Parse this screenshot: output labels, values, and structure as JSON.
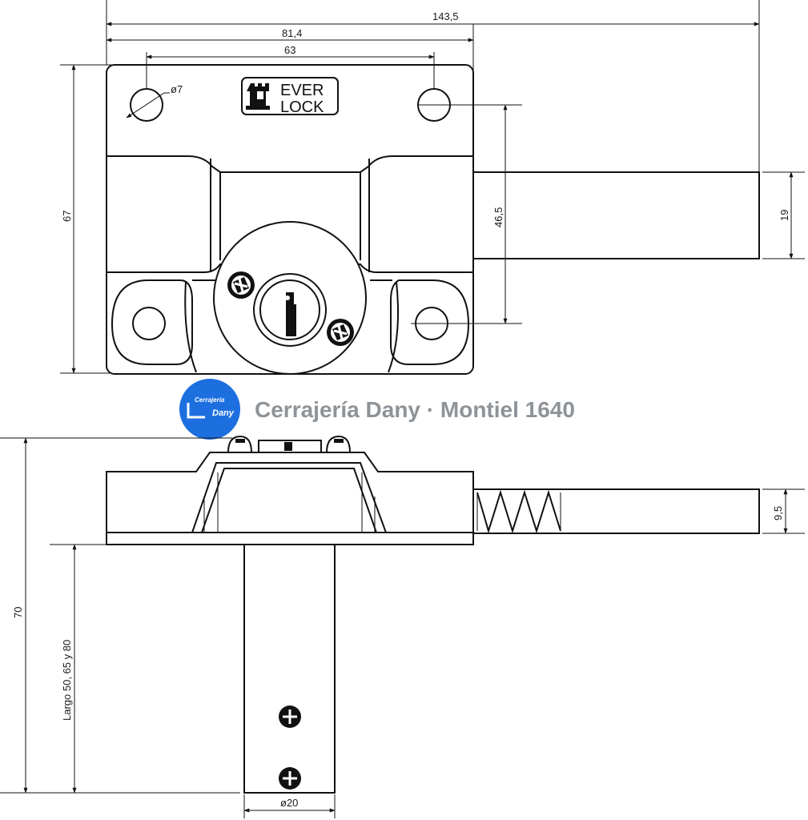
{
  "dimensions": {
    "overall_width": "143,5",
    "plate_width": "81,4",
    "hole_spacing": "63",
    "hole_diameter": "ø7",
    "plate_height": "67",
    "hole_vertical_spacing": "46,5",
    "bolt_height": "19",
    "side_height": "70",
    "cylinder_length": "Largo 50, 65 y 80",
    "bolt_thickness": "9,5",
    "cylinder_diameter": "ø20"
  },
  "logo": {
    "line1": "EVER",
    "line2": "LOCK"
  },
  "brand": {
    "badge_small": "Cerrajería",
    "badge_big": "Dany",
    "watermark": "Cerrajería Dany · Montiel 1640",
    "badge_color": "#1d6fe0",
    "watermark_color": "#8e9398"
  }
}
